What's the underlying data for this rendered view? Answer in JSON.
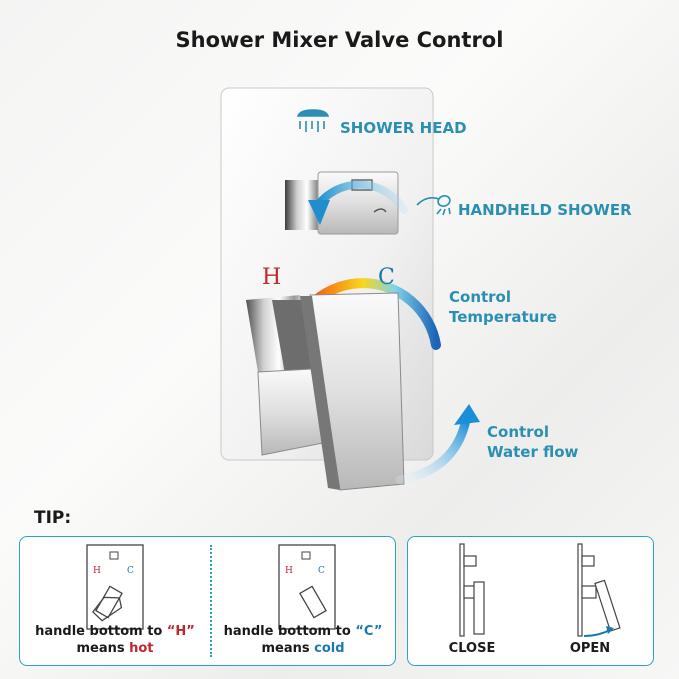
{
  "title": "Shower Mixer Valve Control",
  "labels": {
    "shower_head": "SHOWER HEAD",
    "handheld_shower": "HANDHELD SHOWER",
    "control_temp_1": "Control",
    "control_temp_2": "Temperature",
    "control_flow_1": "Control",
    "control_flow_2": "Water flow"
  },
  "hot_letter": "H",
  "cold_letter": "C",
  "tip": {
    "heading": "TIP:",
    "hot": {
      "prefix": "handle bottom to ",
      "key": "“H”",
      "means": "means ",
      "word": "hot",
      "h": "H",
      "c": "C"
    },
    "cold": {
      "prefix": "handle bottom to ",
      "key": "“C”",
      "means": "means ",
      "word": "cold",
      "h": "H",
      "c": "C"
    },
    "close": "CLOSE",
    "open": "OPEN"
  },
  "colors": {
    "accent": "#2a8fb2",
    "hot": "#c0272d",
    "cold": "#1a79ad",
    "border": "#2aa3c7"
  }
}
